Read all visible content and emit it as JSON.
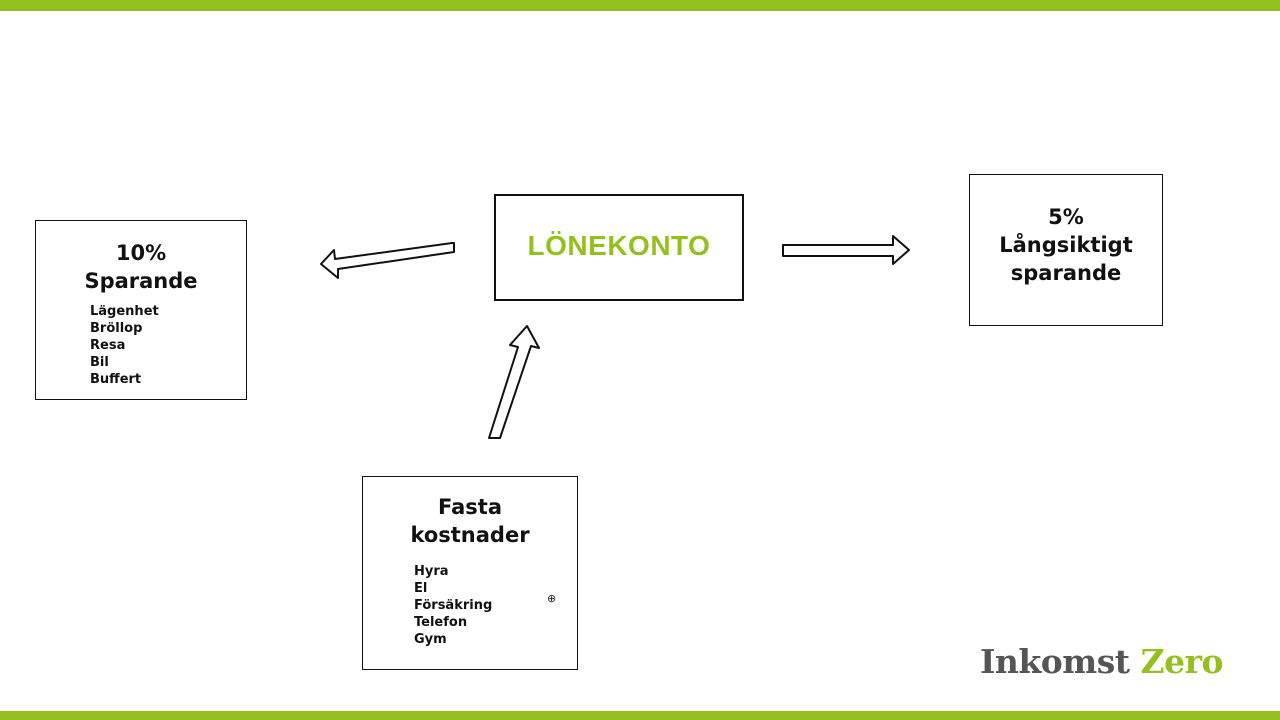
{
  "center": {
    "title": "LÖNEKONTO"
  },
  "left_box": {
    "title_line1": "10%",
    "title_line2": "Sparande",
    "items": [
      "Lägenhet",
      "Bröllop",
      "Resa",
      "Bil",
      "Buffert"
    ]
  },
  "right_box": {
    "title_line1": "5%",
    "title_line2": "Långsiktigt",
    "title_line3": "sparande"
  },
  "bottom_box": {
    "title_line1": "Fasta",
    "title_line2": "kostnader",
    "items": [
      "Hyra",
      "El",
      "Försäkring",
      "Telefon",
      "Gym"
    ]
  },
  "logo": {
    "word1": "Inkomst",
    "word2": "Zero"
  },
  "colors": {
    "accent": "#93c01f",
    "ink": "#111111",
    "logo_gray": "#555555"
  }
}
